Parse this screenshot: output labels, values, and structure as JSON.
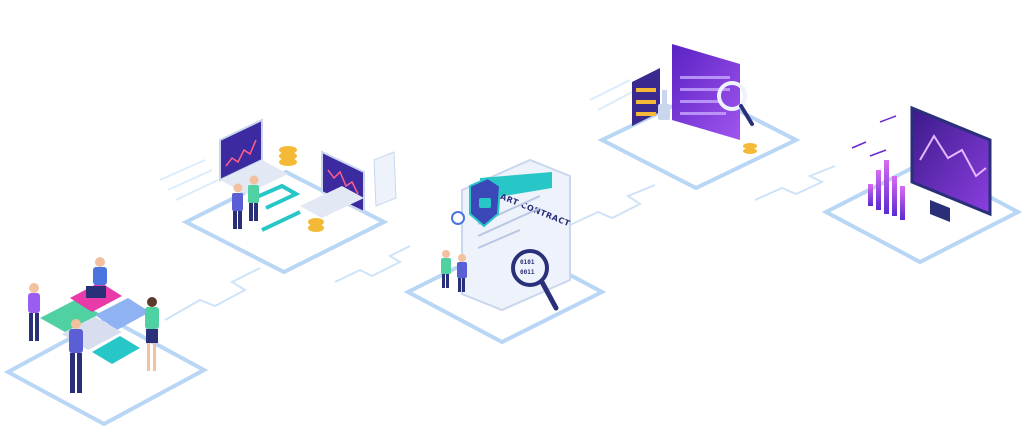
{
  "illustration": {
    "kind": "isometric-process-roadmap",
    "step_count": 5,
    "steps": [
      {
        "name": "team-collaboration-puzzle"
      },
      {
        "name": "trading-agreement"
      },
      {
        "name": "smart-contract-audit",
        "label": "SMART CONTRACT",
        "code_label": "0101\n0011"
      },
      {
        "name": "server-analytics"
      },
      {
        "name": "monitor-chart"
      }
    ],
    "colors": {
      "platform_edge": "#b9d6f4",
      "platform_top": "#ffffff",
      "connector": "#cfe3f8",
      "accent_purple": "#6a2bd0",
      "accent_violet": "#9b5cf0",
      "accent_teal": "#28c7c7",
      "accent_pink": "#e93aa9",
      "accent_gold": "#f5b938",
      "navy": "#2a2f7a"
    }
  }
}
